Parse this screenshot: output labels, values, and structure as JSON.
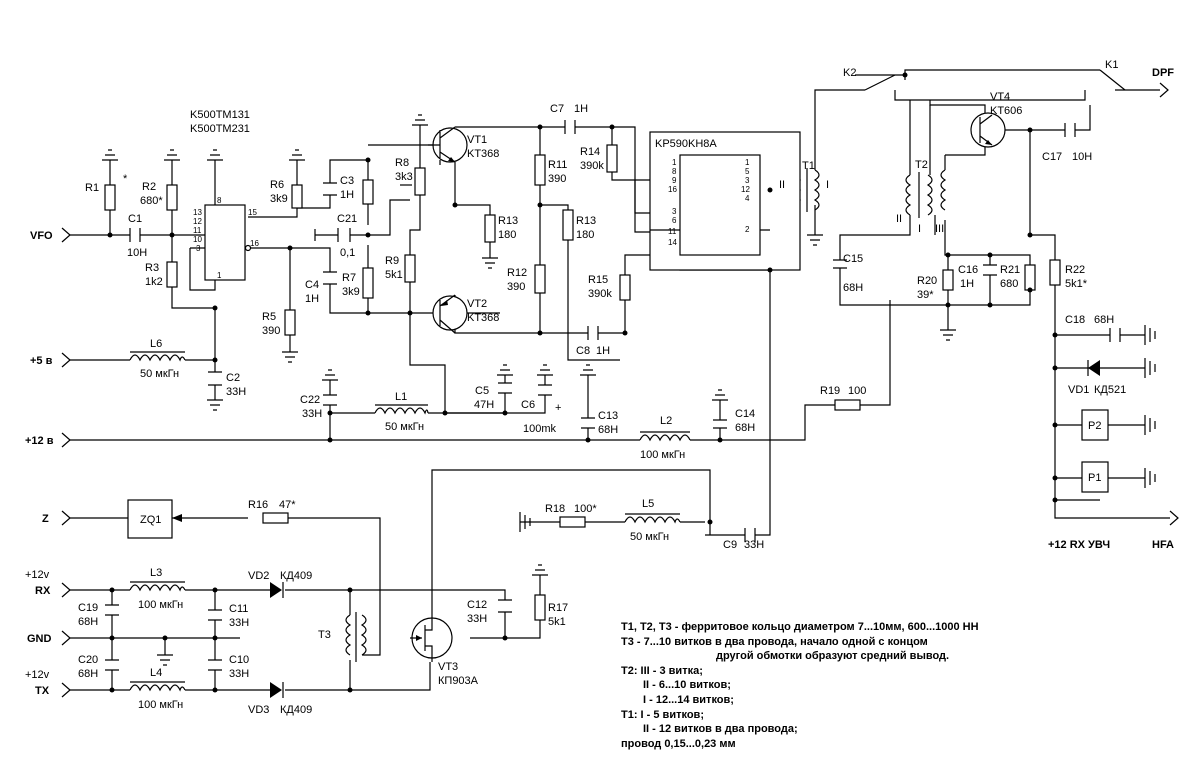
{
  "ports": {
    "vfo": "VFO",
    "plus5": "+5 в",
    "plus12": "+12 в",
    "z": "Z",
    "rx_supply": "+12v",
    "rx": "RX",
    "gnd": "GND",
    "tx_supply": "+12v",
    "tx": "TX",
    "dpf": "DPF",
    "hfa": "HFA",
    "rx_uvch": "+12 RX УВЧ"
  },
  "ic": {
    "dd1_line1": "K500TM131",
    "dd1_line2": "K500TM231",
    "dd1_pin_a": "13",
    "dd1_pin_b": "12",
    "dd1_pin_c": "11",
    "dd1_pin_d": "10",
    "dd1_pin_e": "3",
    "dd1_pin_8": "8",
    "dd1_pin_15": "15",
    "dd1_pin_16": "16",
    "dd1_pin_1": "1",
    "dd2": "KP590KH8A",
    "dd2_l1": "1",
    "dd2_l2": "8",
    "dd2_l3": "9",
    "dd2_l4": "16",
    "dd2_l5": "3",
    "dd2_l6": "6",
    "dd2_l7": "11",
    "dd2_l8": "14",
    "dd2_r1": "1",
    "dd2_r2": "5",
    "dd2_r3": "3",
    "dd2_r4": "12",
    "dd2_r5": "4",
    "dd2_r6": "2"
  },
  "parts": {
    "R1": "R1",
    "R1_star": "*",
    "R2": "R2",
    "R2v": "680*",
    "R3": "R3",
    "R3v": "1k2",
    "C1": "C1",
    "C1v": "10H",
    "R5": "R5",
    "R5v": "390",
    "R6": "R6",
    "R6v": "3k9",
    "C3": "C3",
    "C3v": "1H",
    "C21": "C21",
    "C21v": "0,1",
    "C4": "C4",
    "C4v": "1H",
    "R7": "R7",
    "R7v": "3k9",
    "R8": "R8",
    "R8v": "3k3",
    "R9": "R9",
    "R9v": "5k1",
    "VT1": "VT1",
    "VT1v": "KT368",
    "VT2": "VT2",
    "VT2v": "KT368",
    "R13a": "R13",
    "R13av": "180",
    "R11": "R11",
    "R11v": "390",
    "R12": "R12",
    "R12v": "390",
    "R13b": "R13",
    "R13bv": "180",
    "C7": "C7",
    "C7v": "1H",
    "C8": "C8",
    "C8v": "1H",
    "R14": "R14",
    "R14v": "390k",
    "R15": "R15",
    "R15v": "390k",
    "L6": "L6",
    "L6v": "50 мкГн",
    "C2": "C2",
    "C2v": "33H",
    "C22": "C22",
    "C22v": "33H",
    "L1": "L1",
    "L1v": "50 мкГн",
    "C5": "C5",
    "C5v": "47H",
    "C6": "C6",
    "C6v": "100mk",
    "C6p": "+",
    "C13": "C13",
    "C13v": "68H",
    "L2": "L2",
    "L2v": "100 мкГн",
    "C14": "C14",
    "C14v": "68H",
    "T1": "T1",
    "T1w1": "II",
    "T1w2": "I",
    "T2": "T2",
    "T2w1": "II",
    "T2w2": "I",
    "T2w3": "III",
    "K1": "K1",
    "K2": "K2",
    "VT4": "VT4",
    "VT4v": "KT606",
    "C17": "C17",
    "C17v": "10H",
    "C15": "C15",
    "C15v": "68H",
    "R20": "R20",
    "R20v": "39*",
    "C16": "C16",
    "C16v": "1H",
    "R21": "R21",
    "R21v": "680",
    "R22": "R22",
    "R22v": "5k1*",
    "C18": "C18",
    "C18v": "68H",
    "VD1": "VD1",
    "VD1v": "КД521",
    "P1": "P1",
    "P2": "P2",
    "R19": "R19",
    "R19v": "100",
    "R18": "R18",
    "R18v": "100*",
    "L5": "L5",
    "L5v": "50 мкГн",
    "C9": "C9",
    "C9v": "33H",
    "ZQ1": "ZQ1",
    "R16": "R16",
    "R16v": "47*",
    "L3": "L3",
    "L3v": "100 мкГн",
    "C19": "C19",
    "C19v": "68H",
    "C11": "C11",
    "C11v": "33H",
    "VD2": "VD2",
    "VD2v": "КД409",
    "T3": "T3",
    "C12": "C12",
    "C12v": "33H",
    "R17": "R17",
    "R17v": "5k1",
    "C20": "C20",
    "C20v": "68H",
    "L4": "L4",
    "L4v": "100 мкГн",
    "C10": "C10",
    "C10v": "33H",
    "VD3": "VD3",
    "VD3v": "КД409",
    "VT3": "VT3",
    "VT3v": "КП903А"
  },
  "notes": [
    "T1, T2, T3 - ферритовое кольцо диаметром 7...10мм,  600...1000 НН",
    "T3 - 7...10 витков в два провода, начало одной с концом",
    "другой обмотки образуют средний вывод.",
    "T2: III - 3 витка;",
    "II - 6...10 витков;",
    "I - 12...14 витков;",
    "T1: I - 5 витков;",
    "II - 12 витков в два провода;",
    "провод 0,15...0,23 мм"
  ]
}
